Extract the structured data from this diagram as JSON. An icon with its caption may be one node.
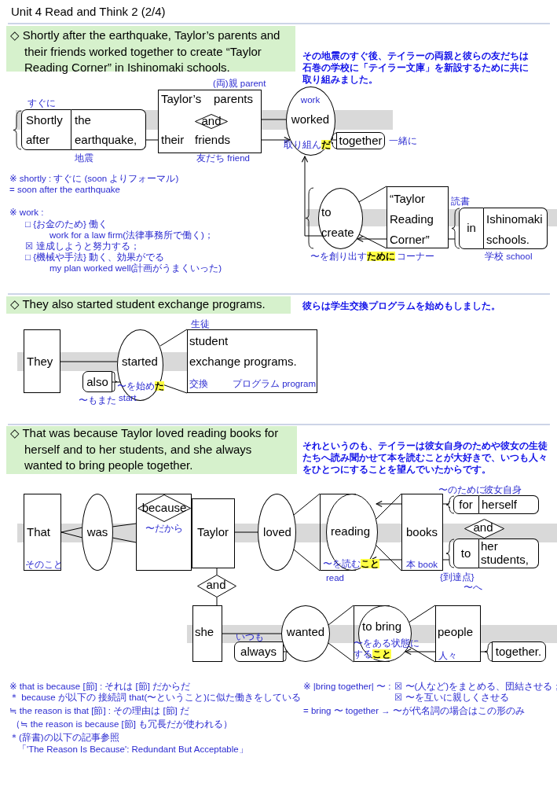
{
  "diagram": {
    "title": "Unit 4 Read and Think 2 (2/4)",
    "nodes": [
      {
        "text": [
          "◇ Shortly after the earthquake, Taylor’s parents and their friends worked together to create “Taylor Reading Corner” in Ishinomaki schools."
        ],
        "beside": [
          "その地震のすぐ後、テイラーの両親と彼らの友だちは石巻の学校に「テイラー文庫」を新設するために共に取り組みました。"
        ]
      },
      {
        "text": [
          "Shortly",
          "after"
        ],
        "beside": [
          "すぐに"
        ]
      },
      {
        "text": [
          "the",
          "earthquake,"
        ],
        "beside": [
          "地震"
        ]
      },
      {
        "text": [
          "Taylor’s",
          "parents",
          "their",
          "friends"
        ],
        "beside": [
          "(両)親 parent",
          "友だち friend"
        ]
      },
      {
        "text": [
          "and"
        ],
        "in": 3
      },
      {
        "text": [
          "work",
          "worked",
          "取り組ん**だ**"
        ]
      },
      {
        "text": [
          "together"
        ],
        "beside": [
          "一緒に"
        ]
      },
      {
        "text": [
          "to create"
        ],
        "beside": [
          "〜を創り出す**ために**"
        ]
      },
      {
        "text": [
          "“Taylor Reading Corner”"
        ],
        "beside": [
          "読書",
          "コーナー"
        ]
      },
      {
        "text": [
          "in"
        ]
      },
      {
        "text": [
          "Ishinomaki schools."
        ],
        "beside": [
          "学校 school"
        ]
      },
      {
        "text": [
          "◇ They also started student exchange programs."
        ],
        "beside": [
          "彼らは学生交換プログラムを始めもしました。"
        ]
      },
      {
        "text": [
          "They"
        ]
      },
      {
        "text": [
          "started",
          "〜を始め**た**",
          "start"
        ]
      },
      {
        "text": [
          "also"
        ],
        "beside": [
          "〜もまた"
        ]
      },
      {
        "text": [
          "student",
          "exchange programs.",
          "交換",
          "プログラム program"
        ],
        "beside": [
          "生徒"
        ]
      },
      {
        "text": [
          "◇ That was because Taylor loved reading books for herself and to her students, and she always wanted to bring people together."
        ],
        "beside": [
          "それというのも、テイラーは彼女自身のためや彼女の生徒たちへ読み聞かせて本を読むことが大好きで、いつも人々をひとつにすることを望んでいたからです。"
        ]
      },
      {
        "text": [
          "That",
          "そのこと"
        ]
      },
      {
        "text": [
          "was"
        ]
      },
      {
        "text": [],
        "shape": "box"
      },
      {
        "text": [
          "because"
        ],
        "in": 19,
        "beside": [
          "〜だから"
        ]
      },
      {
        "text": [
          "Taylor"
        ]
      },
      {
        "text": [
          "loved"
        ]
      },
      {
        "text": [
          "reading",
          "〜を読む**こと**"
        ],
        "beside": [
          "read"
        ]
      },
      {
        "text": [
          "books",
          "本 book"
        ]
      },
      {
        "text": [
          "for"
        ],
        "beside": [
          "〜のために"
        ]
      },
      {
        "text": [
          "herself"
        ],
        "beside": [
          "彼女自身"
        ]
      },
      {
        "text": [
          "and"
        ]
      },
      {
        "text": [
          "to"
        ],
        "beside": [
          "{到達点}",
          "〜へ"
        ]
      },
      {
        "text": [
          "her students,"
        ]
      },
      {
        "text": [
          "and"
        ]
      },
      {
        "text": [
          "she"
        ]
      },
      {
        "text": [
          "always"
        ],
        "beside": [
          "いつも"
        ]
      },
      {
        "text": [
          "wanted"
        ]
      },
      {
        "text": [
          "to bring",
          "〜をある状態にする**こと**"
        ]
      },
      {
        "text": [
          "people",
          "人々"
        ]
      },
      {
        "text": [
          "together."
        ]
      }
    ],
    "edges": [
      {
        "from": 2,
        "to": 3,
        "arrow": "none"
      },
      {
        "from": 3,
        "to": 5,
        "arrow": "none"
      },
      {
        "from": 3,
        "to": 5,
        "arrow": "to"
      },
      {
        "from": 6,
        "to": 5,
        "arrow": "none"
      },
      {
        "from": 7,
        "to": 5,
        "arrow": "to"
      },
      {
        "from": 7,
        "to": 8,
        "arrow": "none"
      },
      {
        "from": 8,
        "to": 7,
        "arrow": "to"
      },
      {
        "from": 9,
        "to": 8,
        "arrow": "none"
      },
      {
        "from": 12,
        "to": 13,
        "arrow": "none"
      },
      {
        "from": 14,
        "to": 13,
        "arrow": "none"
      },
      {
        "from": 13,
        "to": 15,
        "arrow": "none"
      },
      {
        "from": 17,
        "to": 18,
        "arrow": "none"
      },
      {
        "from": 18,
        "to": 19,
        "arrow": "none"
      },
      {
        "from": 21,
        "to": 22,
        "arrow": "none"
      },
      {
        "from": 22,
        "to": 23,
        "arrow": "none"
      },
      {
        "from": 24,
        "to": 23,
        "arrow": "none"
      },
      {
        "from": 24,
        "to": 23,
        "arrow": "to"
      },
      {
        "from": 24,
        "to": 23,
        "arrow": "to"
      },
      {
        "from": 25,
        "to": 24,
        "arrow": "none"
      },
      {
        "from": 28,
        "to": 24,
        "arrow": "none"
      },
      {
        "from": 21,
        "to": 30,
        "arrow": "none"
      },
      {
        "from": 30,
        "to": 31,
        "arrow": "none"
      },
      {
        "from": 31,
        "to": 33,
        "arrow": "none"
      },
      {
        "from": 32,
        "to": 33,
        "arrow": "none"
      },
      {
        "from": 33,
        "to": 34,
        "arrow": "none"
      },
      {
        "from": 35,
        "to": 34,
        "arrow": "none"
      },
      {
        "from": 35,
        "to": 34,
        "arrow": "to"
      },
      {
        "from": 36,
        "to": 35,
        "arrow": "none"
      }
    ],
    "labels": [
      "※ shortly : すぐに (soon よりフォーマル)",
      "= soon after the earthquake",
      "※ work :",
      "□ {お金のため} 働く",
      "work for a law firm(法律事務所で働く)；",
      "☒ 達成しようと努力する；",
      "□ {機械や手法} 動く、効果がでる",
      "my plan worked well(計画がうまくいった)",
      "※ that is because [節] : それは [節] だからだ",
      "＊ because が以下の 接続詞 that(〜ということ)に似た働きをしている",
      "≒ the reason is that [節] : その理由は [節] だ",
      "（≒ the reason is because [節] も冗長だが使われる）",
      "＊(辞書)の以下の記事参照",
      "「'The Reason Is Because': Redundant But Acceptable」",
      "※ |bring together| 〜 :",
      "☒ 〜(人など)をまとめる、団結させる；",
      "☒ 〜を互いに親しくさせる",
      "= bring 〜 together → 〜が代名詞の場合はこの形のみ"
    ]
  }
}
